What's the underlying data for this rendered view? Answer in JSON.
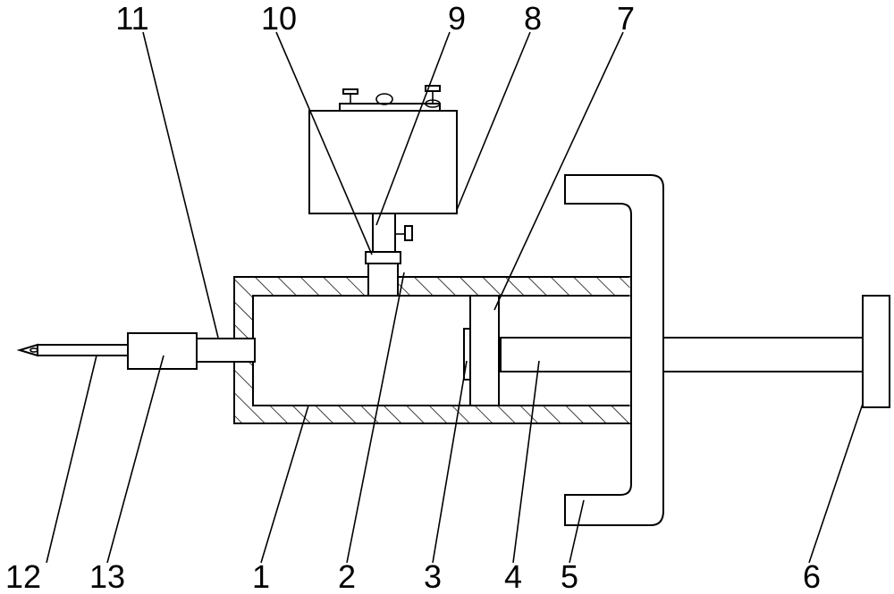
{
  "callouts": {
    "n1": "1",
    "n2": "2",
    "n3": "3",
    "n4": "4",
    "n5": "5",
    "n6": "6",
    "n7": "7",
    "n8": "8",
    "n9": "9",
    "n10": "10",
    "n11": "11",
    "n12": "12",
    "n13": "13"
  },
  "colors": {
    "line": "#000000",
    "background": "#ffffff"
  }
}
